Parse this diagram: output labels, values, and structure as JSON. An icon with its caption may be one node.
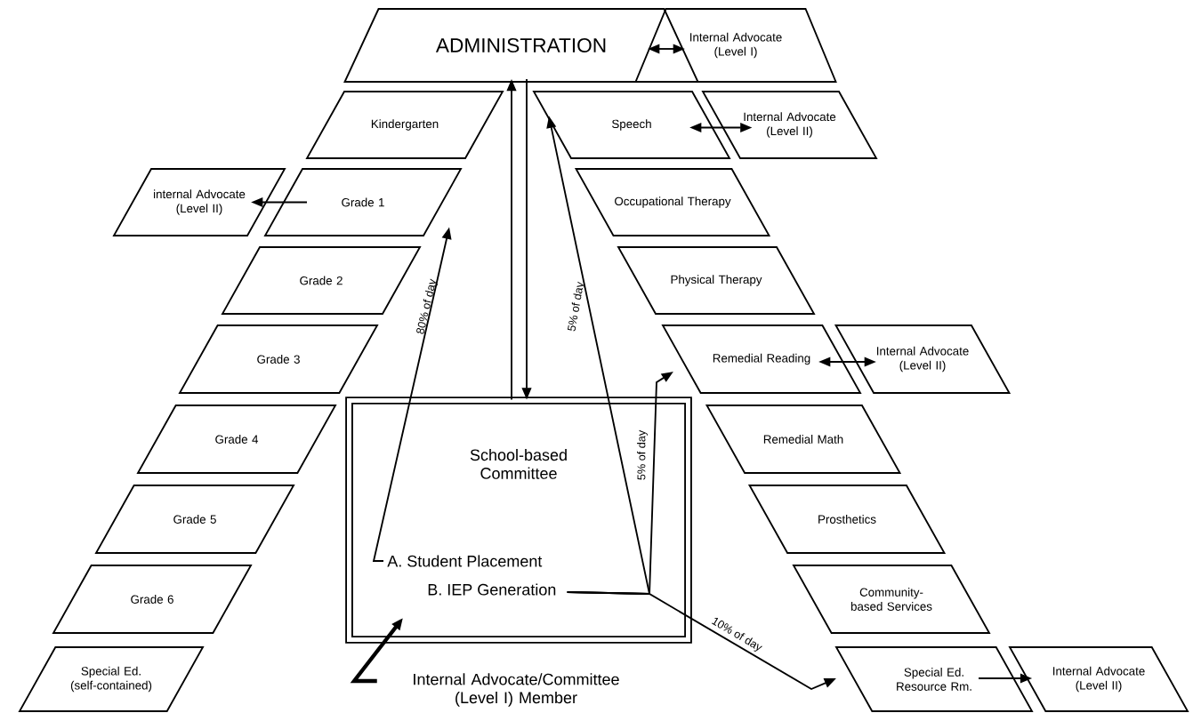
{
  "diagram": {
    "nodes": [
      {
        "text": [
          "ADMINISTRATION"
        ]
      },
      {
        "text": [
          "Internal Advocate (Level I)"
        ]
      },
      {
        "text": [
          "Kindergarten"
        ]
      },
      {
        "text": [
          "Speech"
        ]
      },
      {
        "text": [
          "Internal Advocate (Level II)"
        ]
      },
      {
        "text": [
          "internal Advocate (Level II)"
        ]
      },
      {
        "text": [
          "Grade 1"
        ]
      },
      {
        "text": [
          "Grade 2"
        ]
      },
      {
        "text": [
          "Grade 3"
        ]
      },
      {
        "text": [
          "Grade 4"
        ]
      },
      {
        "text": [
          "Grade 5"
        ]
      },
      {
        "text": [
          "Grade 6"
        ]
      },
      {
        "text": [
          "Special Ed. (self-contained)"
        ]
      },
      {
        "text": [
          "Occupational Therapy"
        ]
      },
      {
        "text": [
          "Physical Therapy"
        ]
      },
      {
        "text": [
          "Remedial Reading"
        ]
      },
      {
        "text": [
          "Internal Advocate (Level II)"
        ]
      },
      {
        "text": [
          "Remedial Math"
        ]
      },
      {
        "text": [
          "Prosthetics"
        ]
      },
      {
        "text": [
          "Community-based Services"
        ]
      },
      {
        "text": [
          "Special Ed. Resource Rm."
        ]
      },
      {
        "text": [
          "Internal Advocate (Level II)"
        ]
      },
      {
        "text": [
          "School-based Committee"
        ]
      },
      {
        "text": [
          "A. Student Placement"
        ],
        "in": 22
      },
      {
        "text": [
          "B. IEP Generation"
        ],
        "in": 22
      },
      {
        "text": [
          "Internal Advocate/Committee (Level I) Member"
        ]
      }
    ],
    "edges": [
      {
        "from": 0,
        "to": 1,
        "arrow": "both"
      },
      {
        "from": 3,
        "to": 4,
        "arrow": "both"
      },
      {
        "from": 6,
        "to": 5,
        "arrow": "to"
      },
      {
        "from": 15,
        "to": 16,
        "arrow": "both"
      },
      {
        "from": 20,
        "to": 21,
        "arrow": "to"
      },
      {
        "from": 22,
        "to": 0,
        "arrow": "to"
      },
      {
        "from": 0,
        "to": 22,
        "arrow": "to"
      },
      {
        "from": 23,
        "to": 6,
        "arrow": "to",
        "label": "80% of day"
      },
      {
        "from": 24,
        "to": 3,
        "arrow": "to",
        "label": "5% of day"
      },
      {
        "from": 24,
        "to": 15,
        "arrow": "to",
        "label": "5% of day"
      },
      {
        "from": 24,
        "to": 20,
        "arrow": "to",
        "label": "10% of day"
      },
      {
        "from": 25,
        "to": 22,
        "arrow": "to",
        "style": "thick"
      }
    ]
  }
}
